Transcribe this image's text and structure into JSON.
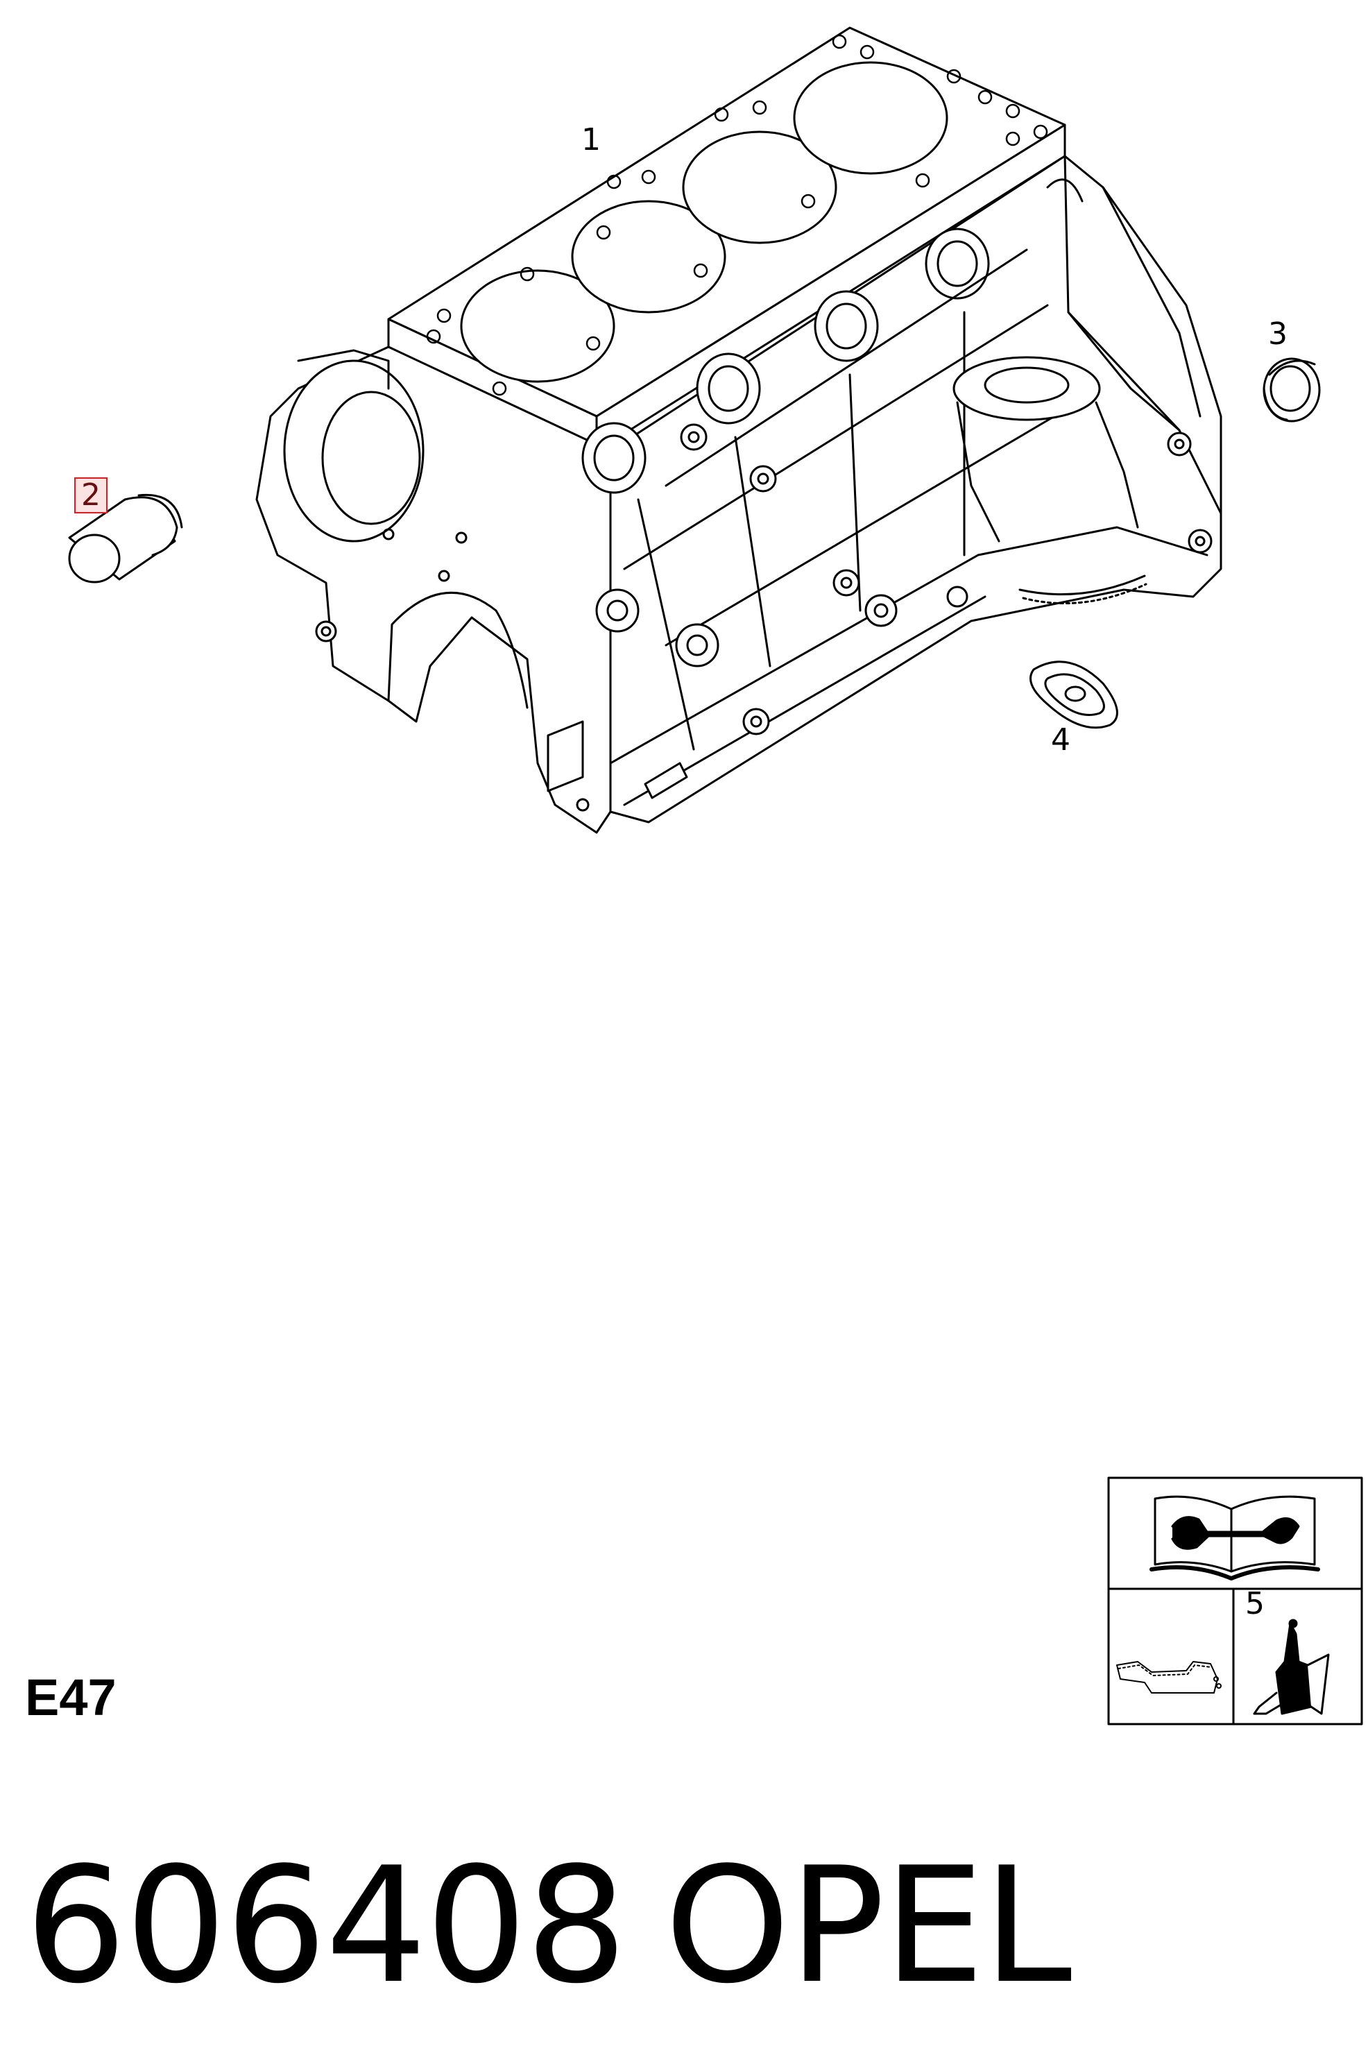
{
  "callouts": {
    "c1": "1",
    "c2": "2",
    "c3": "3",
    "c4": "4"
  },
  "diagram_code": "E47",
  "legend": {
    "number": "5",
    "icons": [
      "manual-wrench-icon",
      "sealant-path-icon",
      "adhesive-bottle-icon"
    ]
  },
  "footer": {
    "part_number": "606408",
    "brand": "OPEL"
  },
  "colors": {
    "line": "#000000",
    "highlight_border": "#e01c1c",
    "highlight_fill": "#fbe3e3"
  }
}
